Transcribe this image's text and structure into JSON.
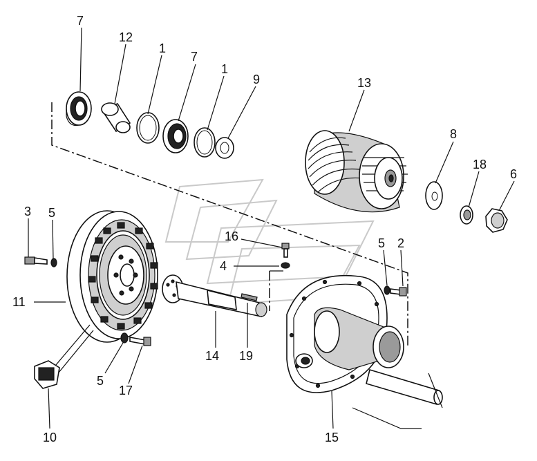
{
  "callouts": {
    "c7a": "7",
    "c12": "12",
    "c1a": "1",
    "c7b": "7",
    "c1b": "1",
    "c9": "9",
    "c13": "13",
    "c8": "8",
    "c18": "18",
    "c6": "6",
    "c3": "3",
    "c5a": "5",
    "c16": "16",
    "c4": "4",
    "c5b": "5",
    "c2": "2",
    "c11": "11",
    "c14": "14",
    "c19": "19",
    "c5c": "5",
    "c17": "17",
    "c10": "10",
    "c15": "15"
  }
}
